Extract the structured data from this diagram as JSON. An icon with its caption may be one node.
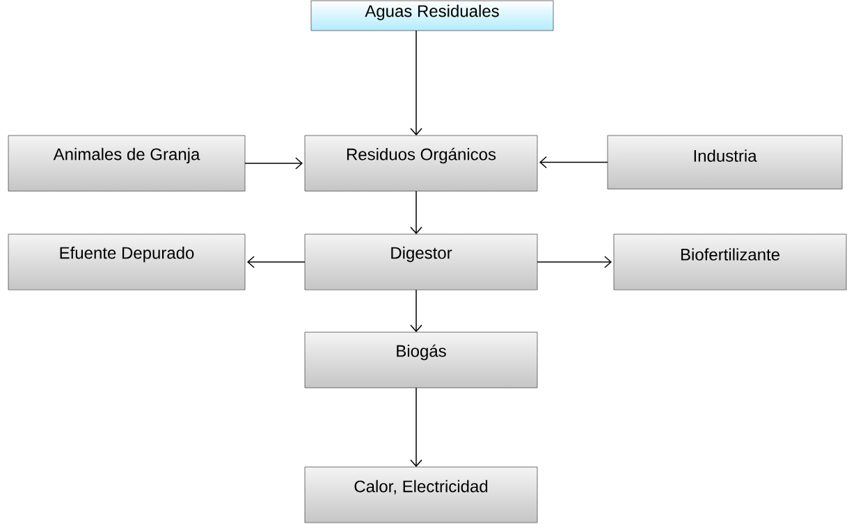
{
  "diagram": {
    "nodes": [
      {
        "text": [
          "Aguas Residuales"
        ]
      },
      {
        "text": [
          "Animales de Granja"
        ]
      },
      {
        "text": [
          "Residuos Orgánicos"
        ]
      },
      {
        "text": [
          "Industria"
        ]
      },
      {
        "text": [
          "Efuente Depurado"
        ]
      },
      {
        "text": [
          "Digestor"
        ]
      },
      {
        "text": [
          "Biofertilizante"
        ]
      },
      {
        "text": [
          "Biogás"
        ]
      },
      {
        "text": [
          "Calor, Electricidad"
        ]
      }
    ],
    "edges": [
      {
        "from": 0,
        "to": 2,
        "arrow": "to"
      },
      {
        "from": 1,
        "to": 2,
        "arrow": "to"
      },
      {
        "from": 3,
        "to": 2,
        "arrow": "to"
      },
      {
        "from": 2,
        "to": 5,
        "arrow": "to"
      },
      {
        "from": 5,
        "to": 4,
        "arrow": "to"
      },
      {
        "from": 5,
        "to": 6,
        "arrow": "to"
      },
      {
        "from": 5,
        "to": 7,
        "arrow": "to"
      },
      {
        "from": 7,
        "to": 8,
        "arrow": "to"
      }
    ]
  }
}
